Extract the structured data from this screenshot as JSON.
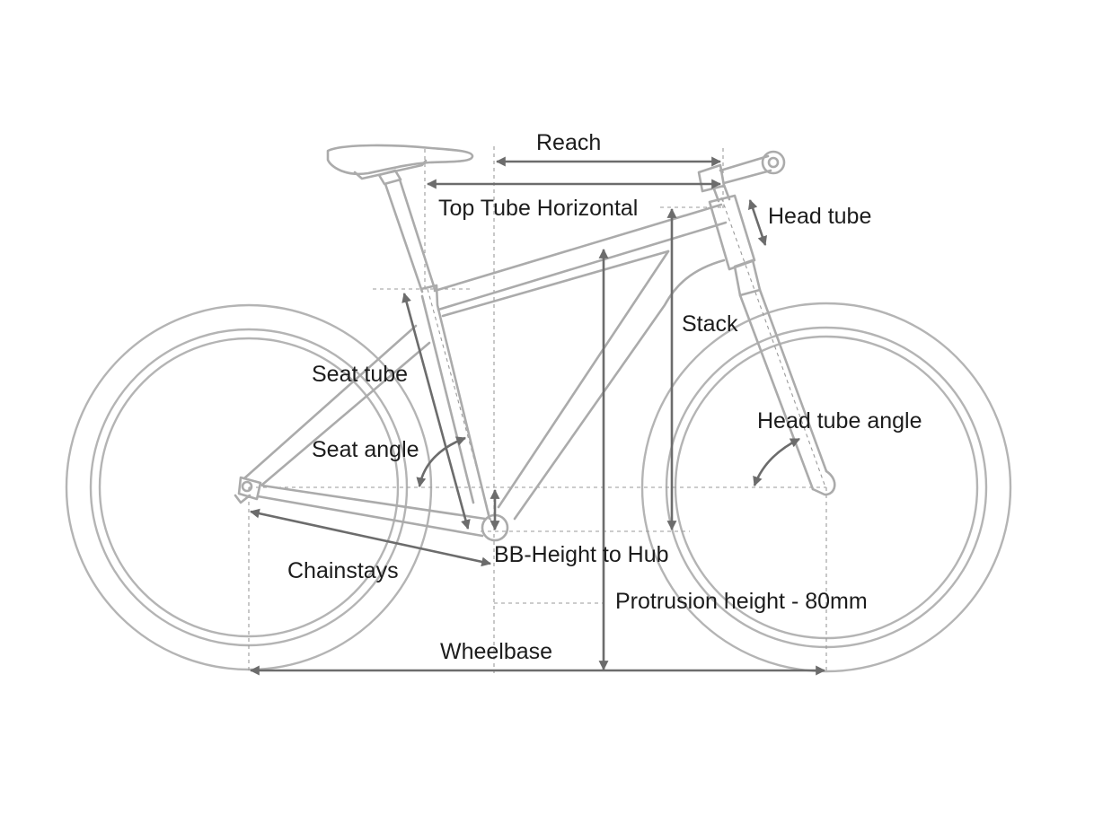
{
  "labels": {
    "reach": "Reach",
    "top_tube_horizontal": "Top Tube Horizontal",
    "head_tube": "Head tube",
    "stack": "Stack",
    "seat_tube": "Seat tube",
    "head_tube_angle": "Head tube angle",
    "seat_angle": "Seat angle",
    "bb_height_to_hub": "BB-Height to Hub",
    "chainstays": "Chainstays",
    "protrusion_height": "Protrusion height - 80mm",
    "wheelbase": "Wheelbase"
  },
  "colors": {
    "frame": "#ababab",
    "dimension_arrow": "#6c6c6c",
    "text": "#1c1c1c",
    "background": "#ffffff"
  }
}
